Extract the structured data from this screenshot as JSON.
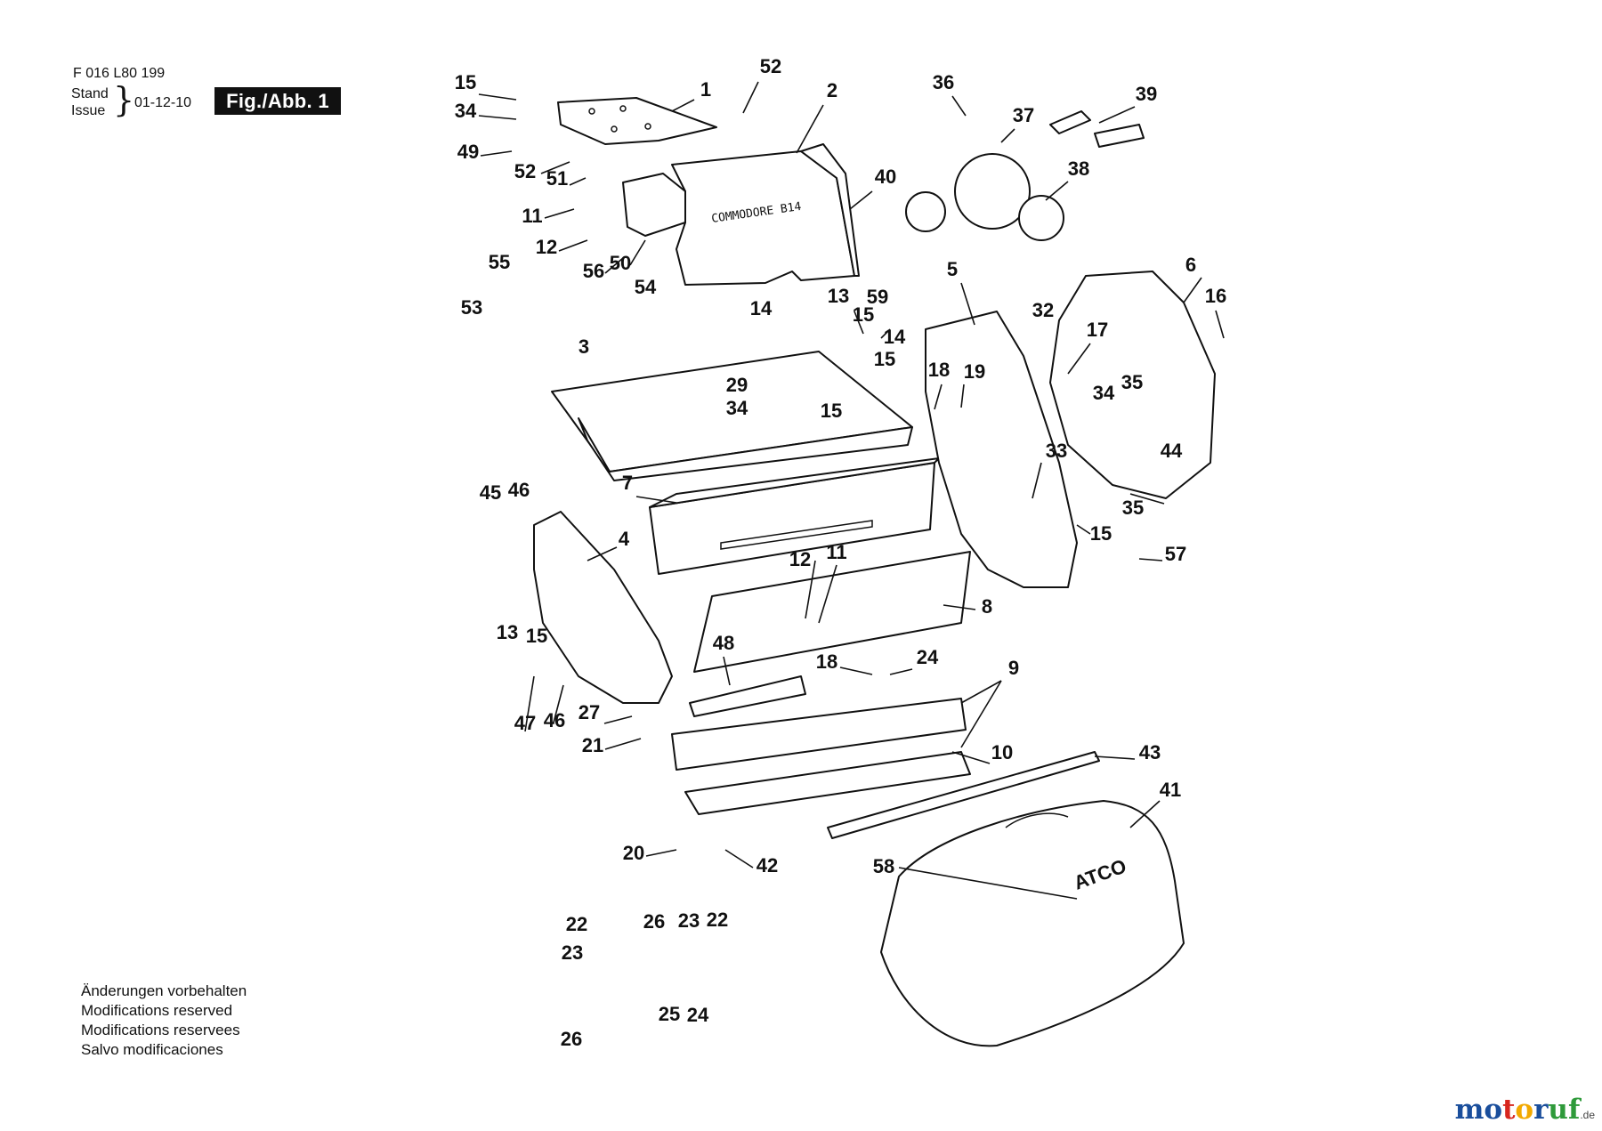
{
  "header": {
    "drawing_number": "F 016 L80 199",
    "stand_label": "Stand",
    "issue_label": "Issue",
    "date": "01-12-10",
    "figure_label": "Fig./Abb. 1"
  },
  "notes": [
    "Änderungen vorbehalten",
    "Modifications reserved",
    "Modifications reservees",
    "Salvo modificaciones"
  ],
  "decal_texts": {
    "cover_decal": "COMMODORE B14",
    "grassbox_brand": "ATCO"
  },
  "watermark": {
    "letters": [
      "m",
      "o",
      "t",
      "o",
      "r",
      "u",
      "f"
    ],
    "letter_colors": [
      "#1a4e9c",
      "#1a4e9c",
      "#d7261e",
      "#f2a900",
      "#1a4e9c",
      "#2e9a3a",
      "#2e9a3a"
    ],
    "suffix": ".de"
  },
  "part_labels": [
    "15",
    "34",
    "49",
    "52",
    "51",
    "11",
    "12",
    "56",
    "50",
    "1",
    "52",
    "2",
    "40",
    "36",
    "37",
    "39",
    "38",
    "55",
    "53",
    "54",
    "14",
    "13",
    "15",
    "59",
    "5",
    "6",
    "16",
    "32",
    "17",
    "34",
    "35",
    "14",
    "15",
    "18",
    "19",
    "3",
    "29",
    "34",
    "15",
    "33",
    "44",
    "35",
    "15",
    "57",
    "7",
    "45",
    "46",
    "4",
    "13",
    "15",
    "12",
    "11",
    "8",
    "48",
    "18",
    "24",
    "9",
    "47",
    "46",
    "27",
    "21",
    "10",
    "43",
    "41",
    "58",
    "20",
    "42",
    "22",
    "23",
    "26",
    "23",
    "22",
    "25",
    "24",
    "26"
  ]
}
